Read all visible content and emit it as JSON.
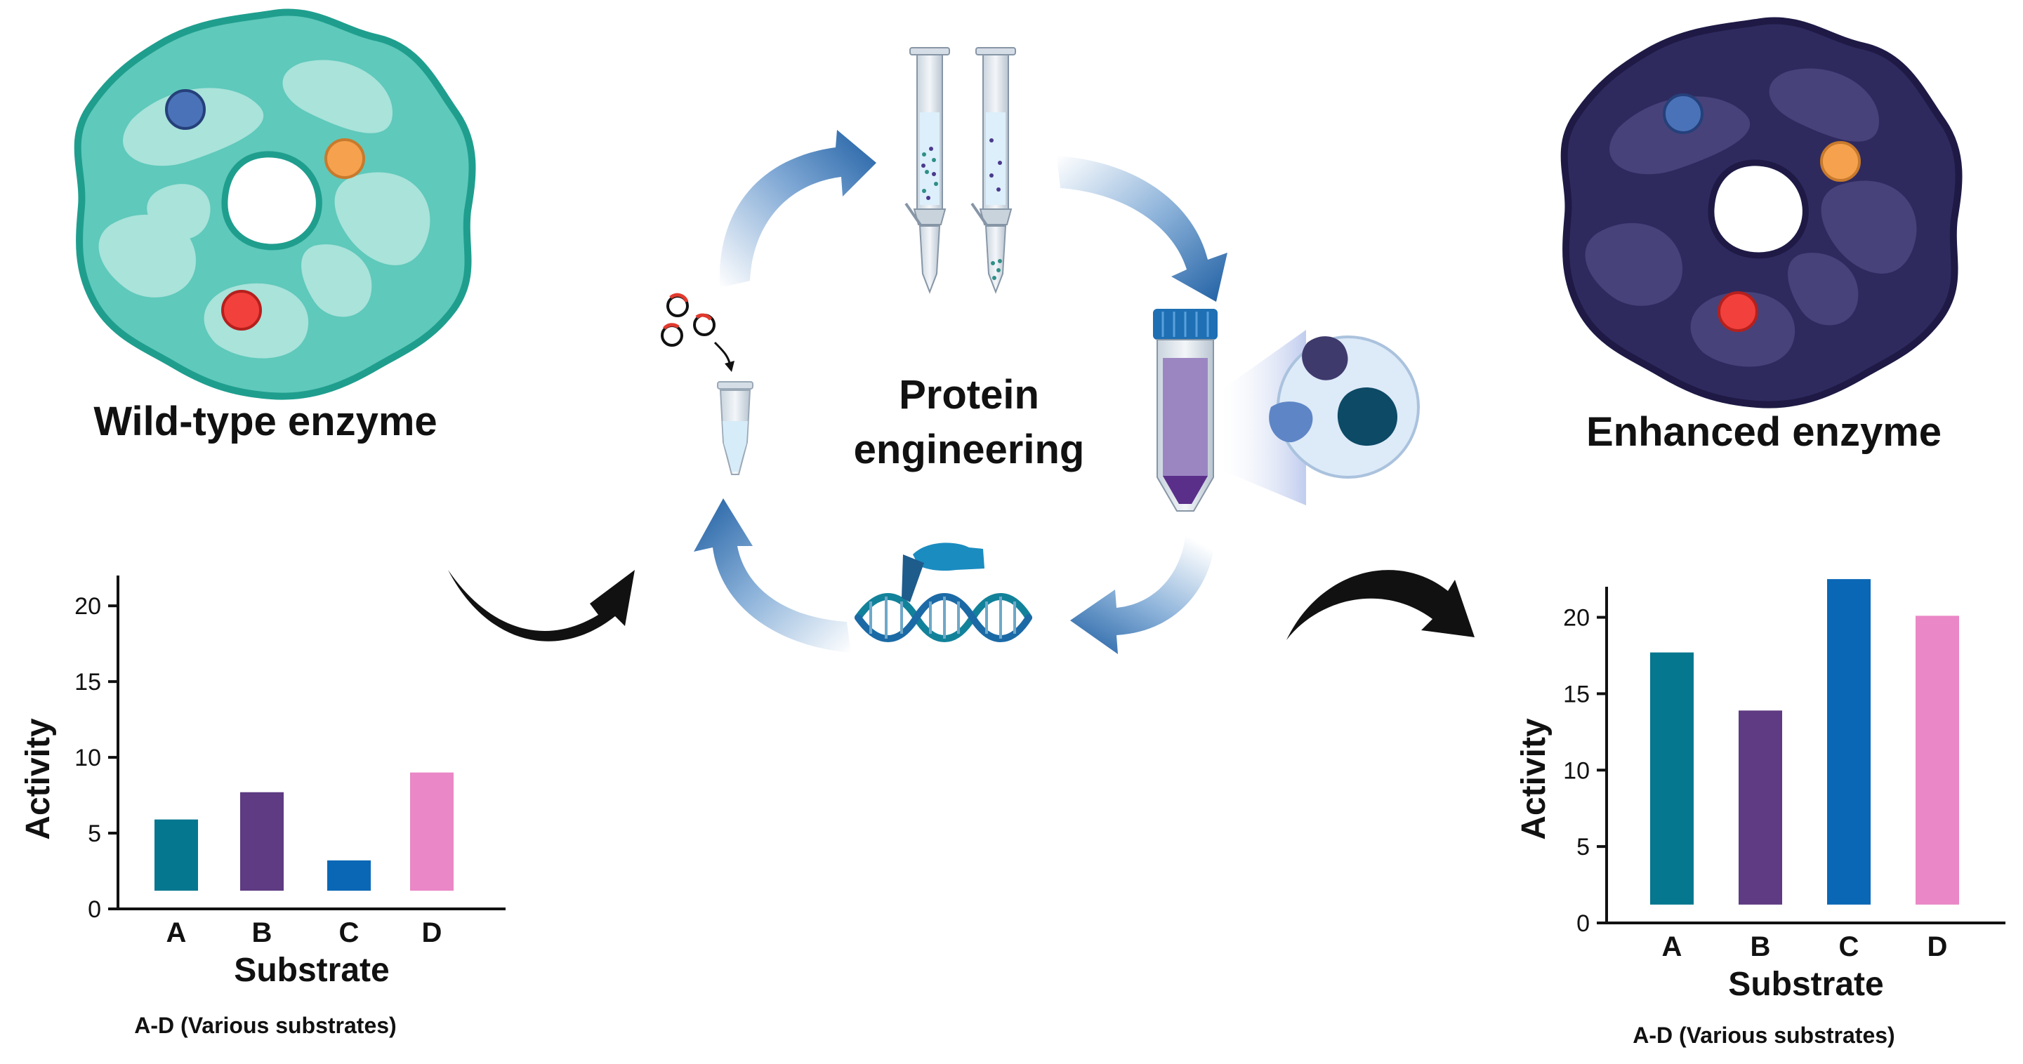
{
  "wildtype": {
    "label": "Wild-type enzyme",
    "fill": "#5fc9bb",
    "patch": "#a9e3da",
    "edge": "#1f9e8e"
  },
  "enhanced": {
    "label": "Enhanced enzyme",
    "fill": "#2f2a5e",
    "patch": "#47427a",
    "edge": "#1e1a45"
  },
  "sites": {
    "blue": "#4a72b8",
    "orange": "#f6a14d",
    "red": "#f2403c"
  },
  "center": {
    "line1": "Protein",
    "line2": "engineering"
  },
  "colors": {
    "cycle_arrow": "#1f5fa3",
    "cycle_arrow_light": "#dce8f5",
    "black_arrow": "#111111"
  },
  "chart_data": [
    {
      "type": "bar",
      "categories": [
        "A",
        "B",
        "C",
        "D"
      ],
      "values": [
        4.7,
        6.5,
        2.0,
        7.8
      ],
      "colors": [
        "#05778f",
        "#5e3b82",
        "#0a67b5",
        "#ea87c6"
      ],
      "xlabel": "Substrate",
      "ylabel": "Activity",
      "ylim": [
        0,
        22
      ],
      "yticks": [
        0,
        5,
        10,
        15,
        20
      ],
      "caption": "A-D (Various substrates)"
    },
    {
      "type": "bar",
      "categories": [
        "A",
        "B",
        "C",
        "D"
      ],
      "values": [
        16.5,
        12.7,
        21.3,
        18.9
      ],
      "colors": [
        "#05778f",
        "#5e3b82",
        "#0a67b5",
        "#ea87c6"
      ],
      "xlabel": "Substrate",
      "ylabel": "Activity",
      "ylim": [
        0,
        22
      ],
      "yticks": [
        0,
        5,
        10,
        15,
        20
      ],
      "caption": "A-D (Various substrates)"
    }
  ]
}
